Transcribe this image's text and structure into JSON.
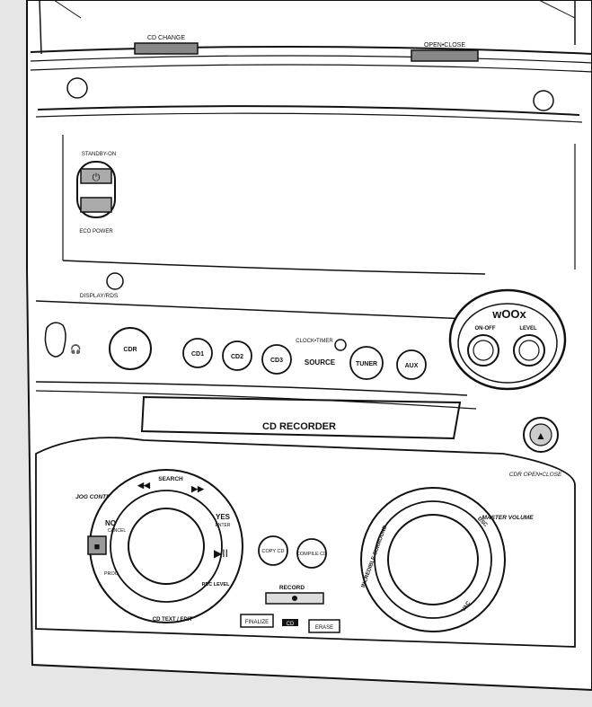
{
  "labels": {
    "cd_change": "CD CHANGE",
    "open_close": "OPEN•CLOSE",
    "standby_on": "STANDBY-ON",
    "eco_power": "ECO POWER",
    "display_rds": "DISPLAY/RDS",
    "woox": "wOOx",
    "on_off": "ON-OFF",
    "level": "LEVEL",
    "clock_timer": "CLOCK•TIMER",
    "cdr": "CDR",
    "cd1": "CD1",
    "cd2": "CD2",
    "cd3": "CD3",
    "source": "SOURCE",
    "tuner": "TUNER",
    "aux": "AUX",
    "cd_recorder": "CD RECORDER",
    "cdr_open_close": "CDR OPEN•CLOSE",
    "jog_control": "JOG CONTROL",
    "search": "SEARCH",
    "no": "NO",
    "cancel": "CANCEL",
    "yes": "YES",
    "enter": "ENTER",
    "prog": "PROG",
    "rec_level": "REC LEVEL",
    "cd_text_edit": "CD TEXT / EDIT",
    "copy_cd": "COPY CD",
    "compile_cd": "COMPILE CD",
    "record": "RECORD",
    "finalize": "FINALIZE",
    "cd": "CD",
    "erase": "ERASE",
    "master_volume": "MASTER VOLUME",
    "incredible_surround": "INCREDIBLE SURROUND",
    "dsc": "DSC",
    "vac": "VAC"
  },
  "icons": {
    "power": "power-icon",
    "eject": "eject-icon",
    "stop": "stop-icon",
    "play_pause": "play-pause-icon",
    "rewind": "rewind-icon",
    "fast_forward": "fast-forward-icon",
    "headphones": "headphones-icon"
  }
}
